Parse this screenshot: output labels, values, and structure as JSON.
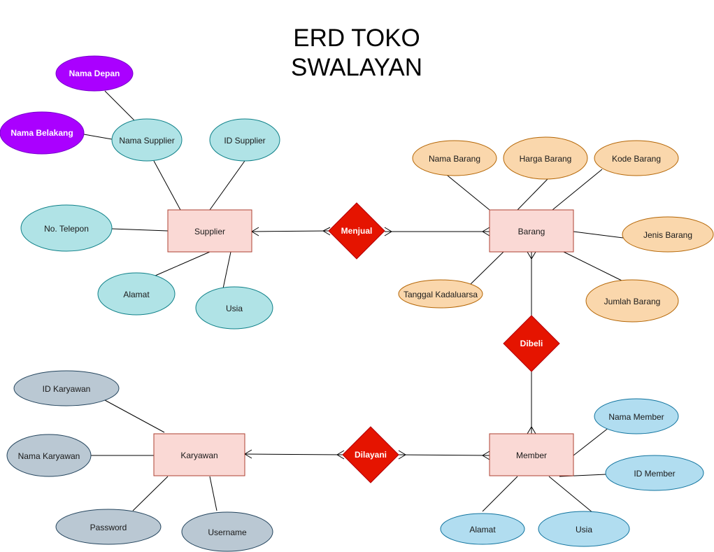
{
  "title": {
    "line1": "ERD TOKO",
    "line2": "SWALAYAN"
  },
  "colors": {
    "entity_fill": "#fad9d5",
    "entity_stroke": "#ae4132",
    "relation_fill": "#e51400",
    "relation_stroke": "#b20000",
    "supplier_attr_fill": "#b0e3e6",
    "supplier_attr_stroke": "#0e8088",
    "name_part_fill": "#aa00ff",
    "name_part_stroke": "#7700cc",
    "barang_attr_fill": "#fad7ac",
    "barang_attr_stroke": "#b46504",
    "karyawan_attr_fill": "#bac8d3",
    "karyawan_attr_stroke": "#23445d",
    "member_attr_fill": "#b1ddf0",
    "member_attr_stroke": "#10739e"
  },
  "entities": {
    "supplier": "Supplier",
    "barang": "Barang",
    "karyawan": "Karyawan",
    "member": "Member"
  },
  "relations": {
    "menjual": "Menjual",
    "dibeli": "Dibeli",
    "dilayani": "Dilayani"
  },
  "supplier_attrs": {
    "nama_depan": "Nama Depan",
    "nama_belakang": "Nama Belakang",
    "nama_supplier": "Nama Supplier",
    "id_supplier": "ID Supplier",
    "no_telepon": "No. Telepon",
    "alamat": "Alamat",
    "usia": "Usia"
  },
  "barang_attrs": {
    "nama_barang": "Nama Barang",
    "harga_barang": "Harga Barang",
    "kode_barang": "Kode Barang",
    "jenis_barang": "Jenis Barang",
    "tanggal_kadaluarsa": "Tanggal Kadaluarsa",
    "jumlah_barang": "Jumlah Barang"
  },
  "karyawan_attrs": {
    "id_karyawan": "ID Karyawan",
    "nama_karyawan": "Nama Karyawan",
    "password": "Password",
    "username": "Username"
  },
  "member_attrs": {
    "nama_member": "Nama Member",
    "id_member": "ID Member",
    "alamat": "Alamat",
    "usia": "Usia"
  }
}
